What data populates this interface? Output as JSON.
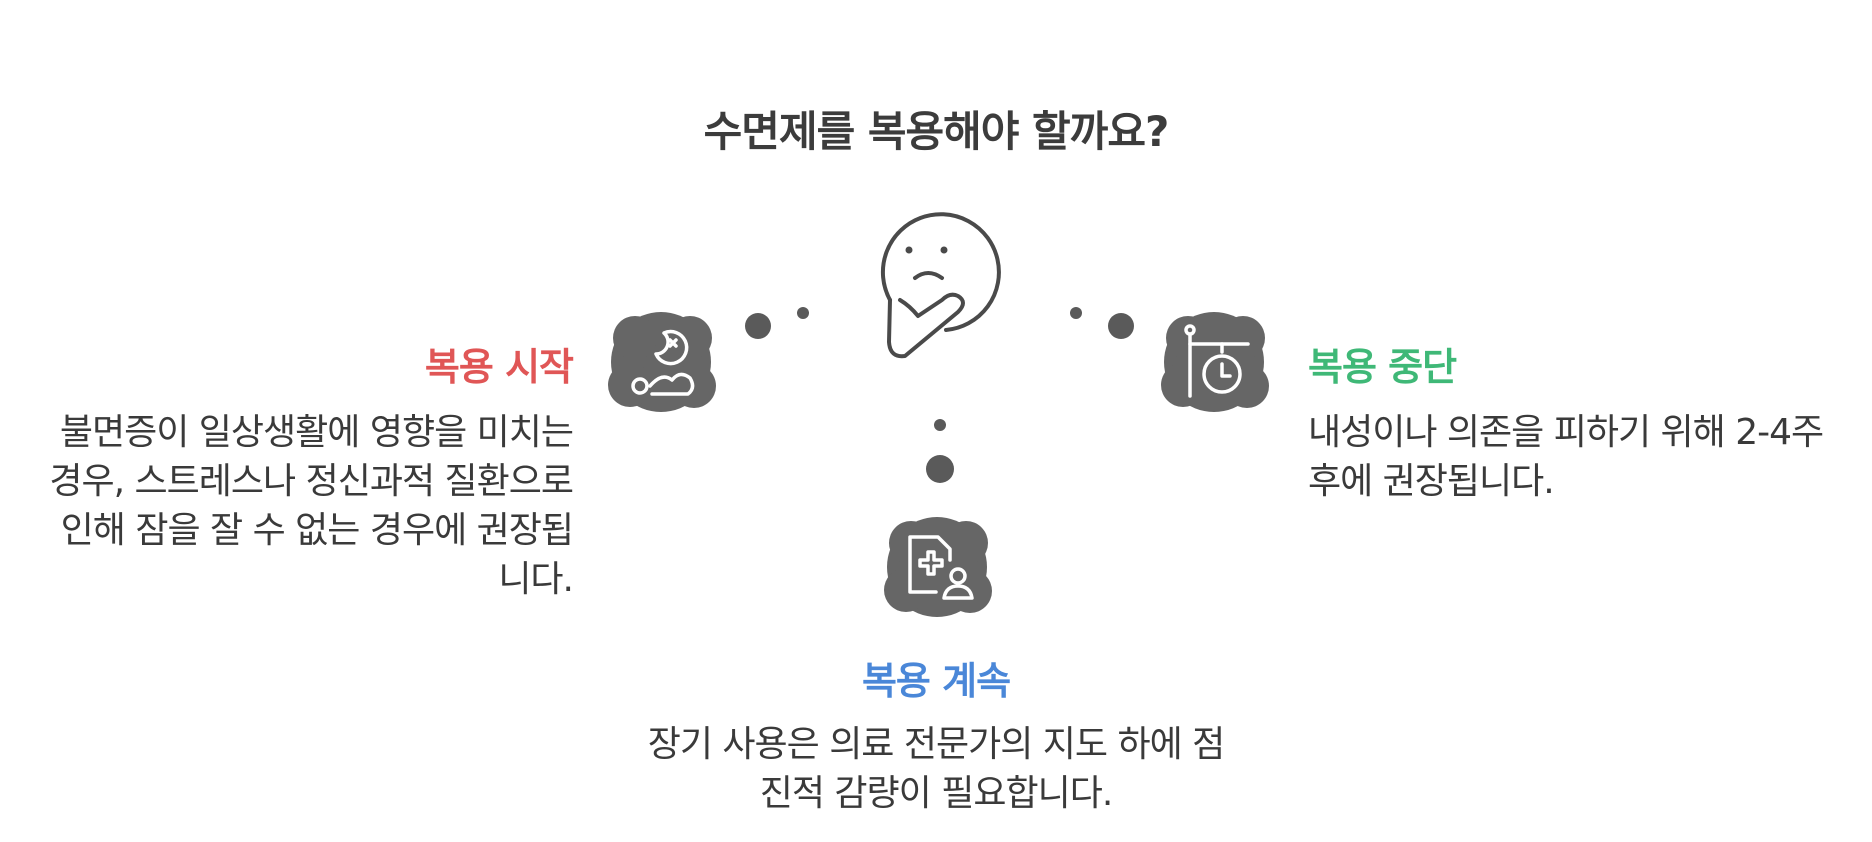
{
  "title": "수면제를 복용해야 할까요?",
  "center_icon": "thinking-face-icon",
  "branches": [
    {
      "id": "start",
      "heading": "복용 시작",
      "color": "#e05656",
      "icon": "sleep-moon-icon",
      "description": "불면증이 일상생활에 영향을 미치는 경우, 스트레스나 정신과적 질환으로 인해 잠을 잘 수 없는 경우에 권장됩니다."
    },
    {
      "id": "stop",
      "heading": "복용 중단",
      "color": "#3fb877",
      "icon": "hanging-clock-sign-icon",
      "description": "내성이나 의존을 피하기 위해 2-4주 후에 권장됩니다."
    },
    {
      "id": "continue",
      "heading": "복용 계속",
      "color": "#4a87d8",
      "icon": "medical-document-user-icon",
      "description": "장기 사용은 의료 전문가의 지도 하에 점진적 감량이 필요합니다."
    }
  ],
  "colors": {
    "icon_blob": "#666666",
    "connector_dot": "#5a5a5a",
    "title": "#3c3c3c"
  }
}
